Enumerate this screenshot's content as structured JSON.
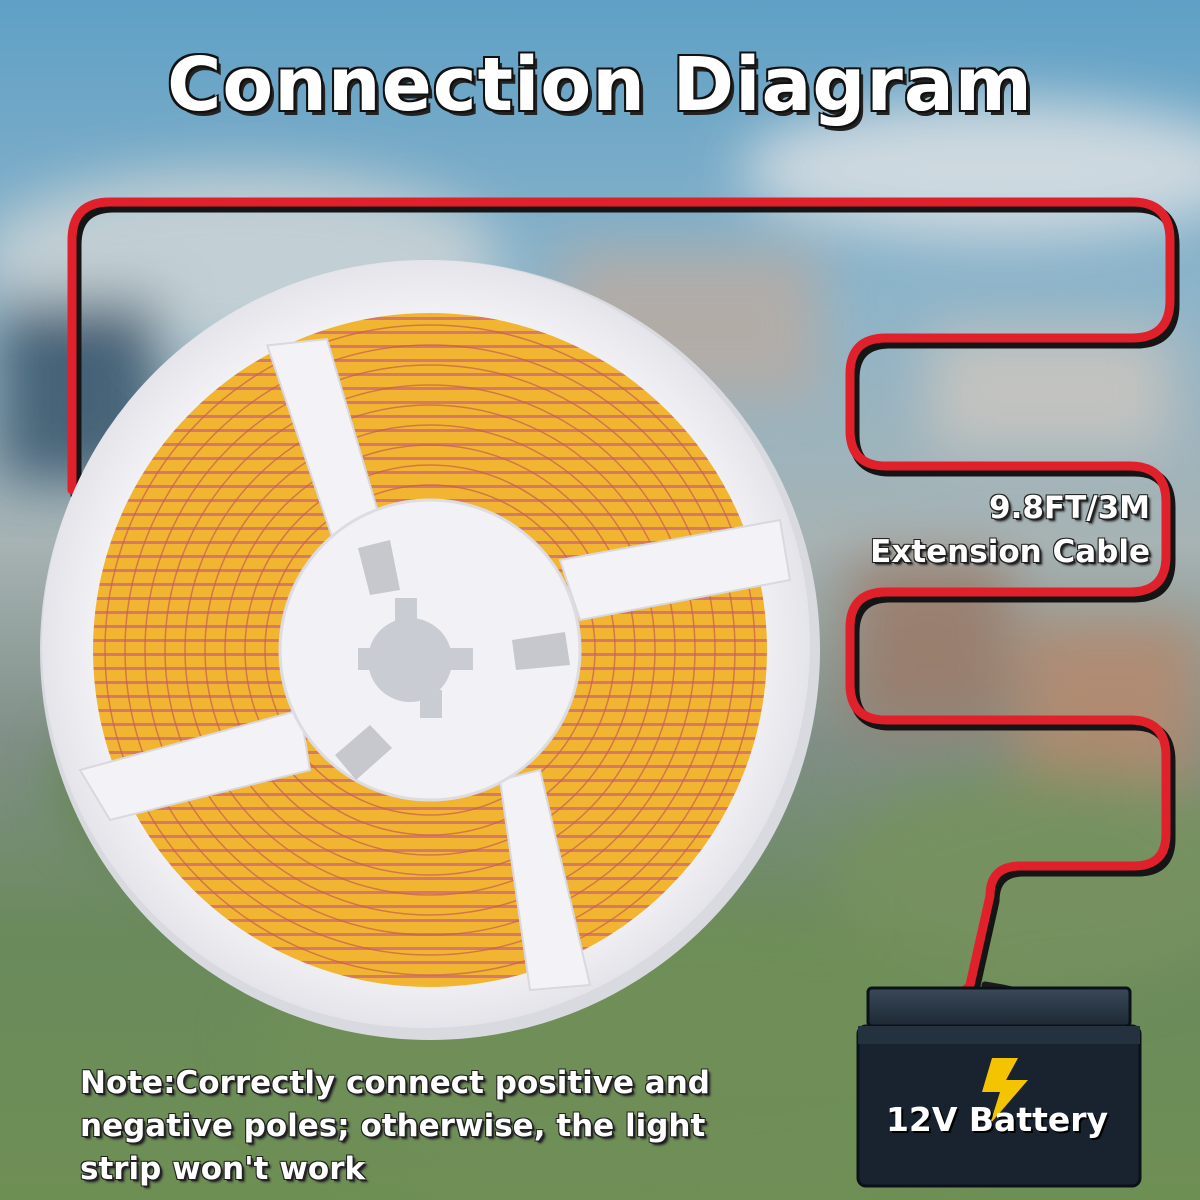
{
  "title": "Connection Diagram",
  "cable_label": {
    "line1": "9.8FT/3M",
    "line2": "Extension Cable"
  },
  "note": {
    "line1": "Note:Correctly connect positive and",
    "line2": "negative poles; otherwise, the light",
    "line3": "strip won't work"
  },
  "battery": {
    "label": "12V Battery"
  },
  "colors": {
    "cable_red": "#e0202a",
    "cable_black": "#1a1a1a",
    "strip_yellow": "#f3b430",
    "reel_white": "#f4f4f8",
    "battery_body": "#18232f",
    "bolt_yellow": "#f5c400"
  },
  "icons": [
    "lightning-bolt-icon",
    "battery-icon",
    "led-strip-reel-icon"
  ]
}
